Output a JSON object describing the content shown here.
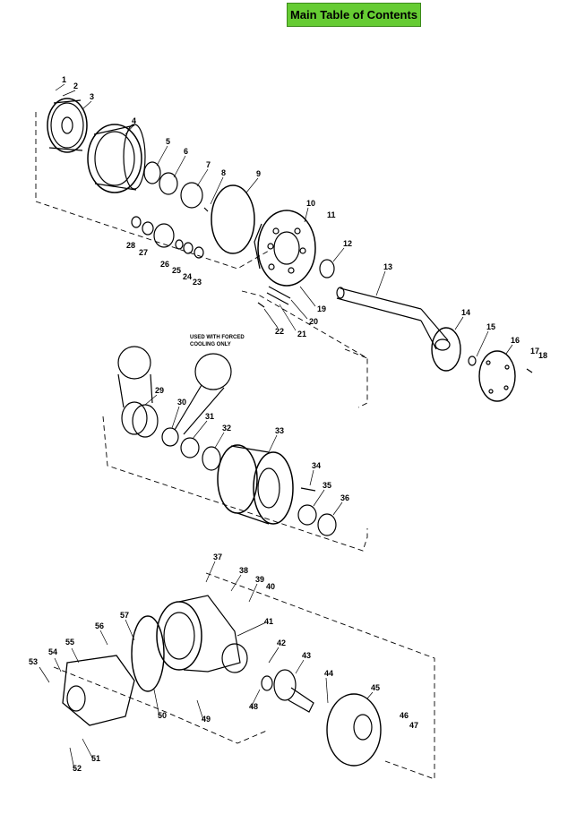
{
  "nav": {
    "toc_label": "Main Table of Contents"
  },
  "diagram": {
    "note_line1": "USED WITH FORCED",
    "note_line2": "COOLING ONLY",
    "callouts": [
      "1",
      "2",
      "3",
      "4",
      "5",
      "6",
      "7",
      "8",
      "9",
      "10",
      "11",
      "12",
      "13",
      "14",
      "15",
      "16",
      "17",
      "18",
      "19",
      "20",
      "21",
      "22",
      "23",
      "24",
      "25",
      "26",
      "27",
      "28",
      "29",
      "30",
      "31",
      "32",
      "33",
      "34",
      "35",
      "36",
      "37",
      "38",
      "39",
      "40",
      "41",
      "42",
      "43",
      "44",
      "45",
      "46",
      "47",
      "48",
      "49",
      "50",
      "51",
      "52",
      "53",
      "54",
      "55",
      "56",
      "57"
    ]
  }
}
